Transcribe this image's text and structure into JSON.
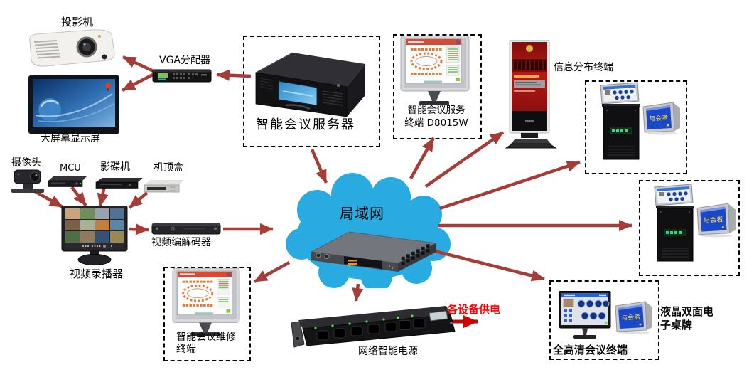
{
  "diagram": {
    "labels": {
      "projector": "投影机",
      "vga_splitter": "VGA分配器",
      "big_screen": "大屏幕显示屏",
      "camera": "摄像头",
      "mcu": "MCU",
      "disc_player": "影碟机",
      "set_top_box": "机顶盒",
      "video_recorder": "视频录播器",
      "video_codec": "视频编解码器",
      "conference_server": "智能会议服务器",
      "conference_terminal_line1": "智能会议服务",
      "conference_terminal_line2": "终端 D8015W",
      "info_terminal": "信息分布终端",
      "lan": "局域网",
      "maintenance_line1": "智能会议维修",
      "maintenance_line2": "终端",
      "network_power": "网络智能电源",
      "power_supply_note": "各设备供电",
      "hd_terminal": "全高清会议终端",
      "desk_plate_line1": "液晶双面电",
      "desk_plate_line2": "子桌牌",
      "nameplate_screen": "与会者"
    },
    "colors": {
      "arrow": "#A63C38",
      "power_note_red": "#FF0000",
      "power_arrow_red": "#D00000",
      "cloud_blue": "#29ABE2"
    },
    "edges": [
      {
        "from": "vga_splitter",
        "to": "projector"
      },
      {
        "from": "vga_splitter",
        "to": "big_screen"
      },
      {
        "from": "conference_server",
        "to": "vga_splitter"
      },
      {
        "from": "camera",
        "to": "video_recorder"
      },
      {
        "from": "mcu",
        "to": "video_recorder"
      },
      {
        "from": "disc_player",
        "to": "video_recorder"
      },
      {
        "from": "set_top_box",
        "to": "video_recorder"
      },
      {
        "from": "video_recorder",
        "to": "video_codec"
      },
      {
        "from": "video_codec",
        "to": "lan"
      },
      {
        "from": "conference_server",
        "to": "lan"
      },
      {
        "from": "lan",
        "to": "conference_terminal"
      },
      {
        "from": "lan",
        "to": "info_terminal"
      },
      {
        "from": "lan",
        "to": "paperless_terminal_1"
      },
      {
        "from": "lan",
        "to": "paperless_terminal_2"
      },
      {
        "from": "lan",
        "to": "hd_terminal"
      },
      {
        "from": "lan",
        "to": "network_power"
      },
      {
        "from": "lan",
        "to": "maintenance_terminal"
      },
      {
        "from": "network_power",
        "to": "device_power_out"
      }
    ]
  }
}
